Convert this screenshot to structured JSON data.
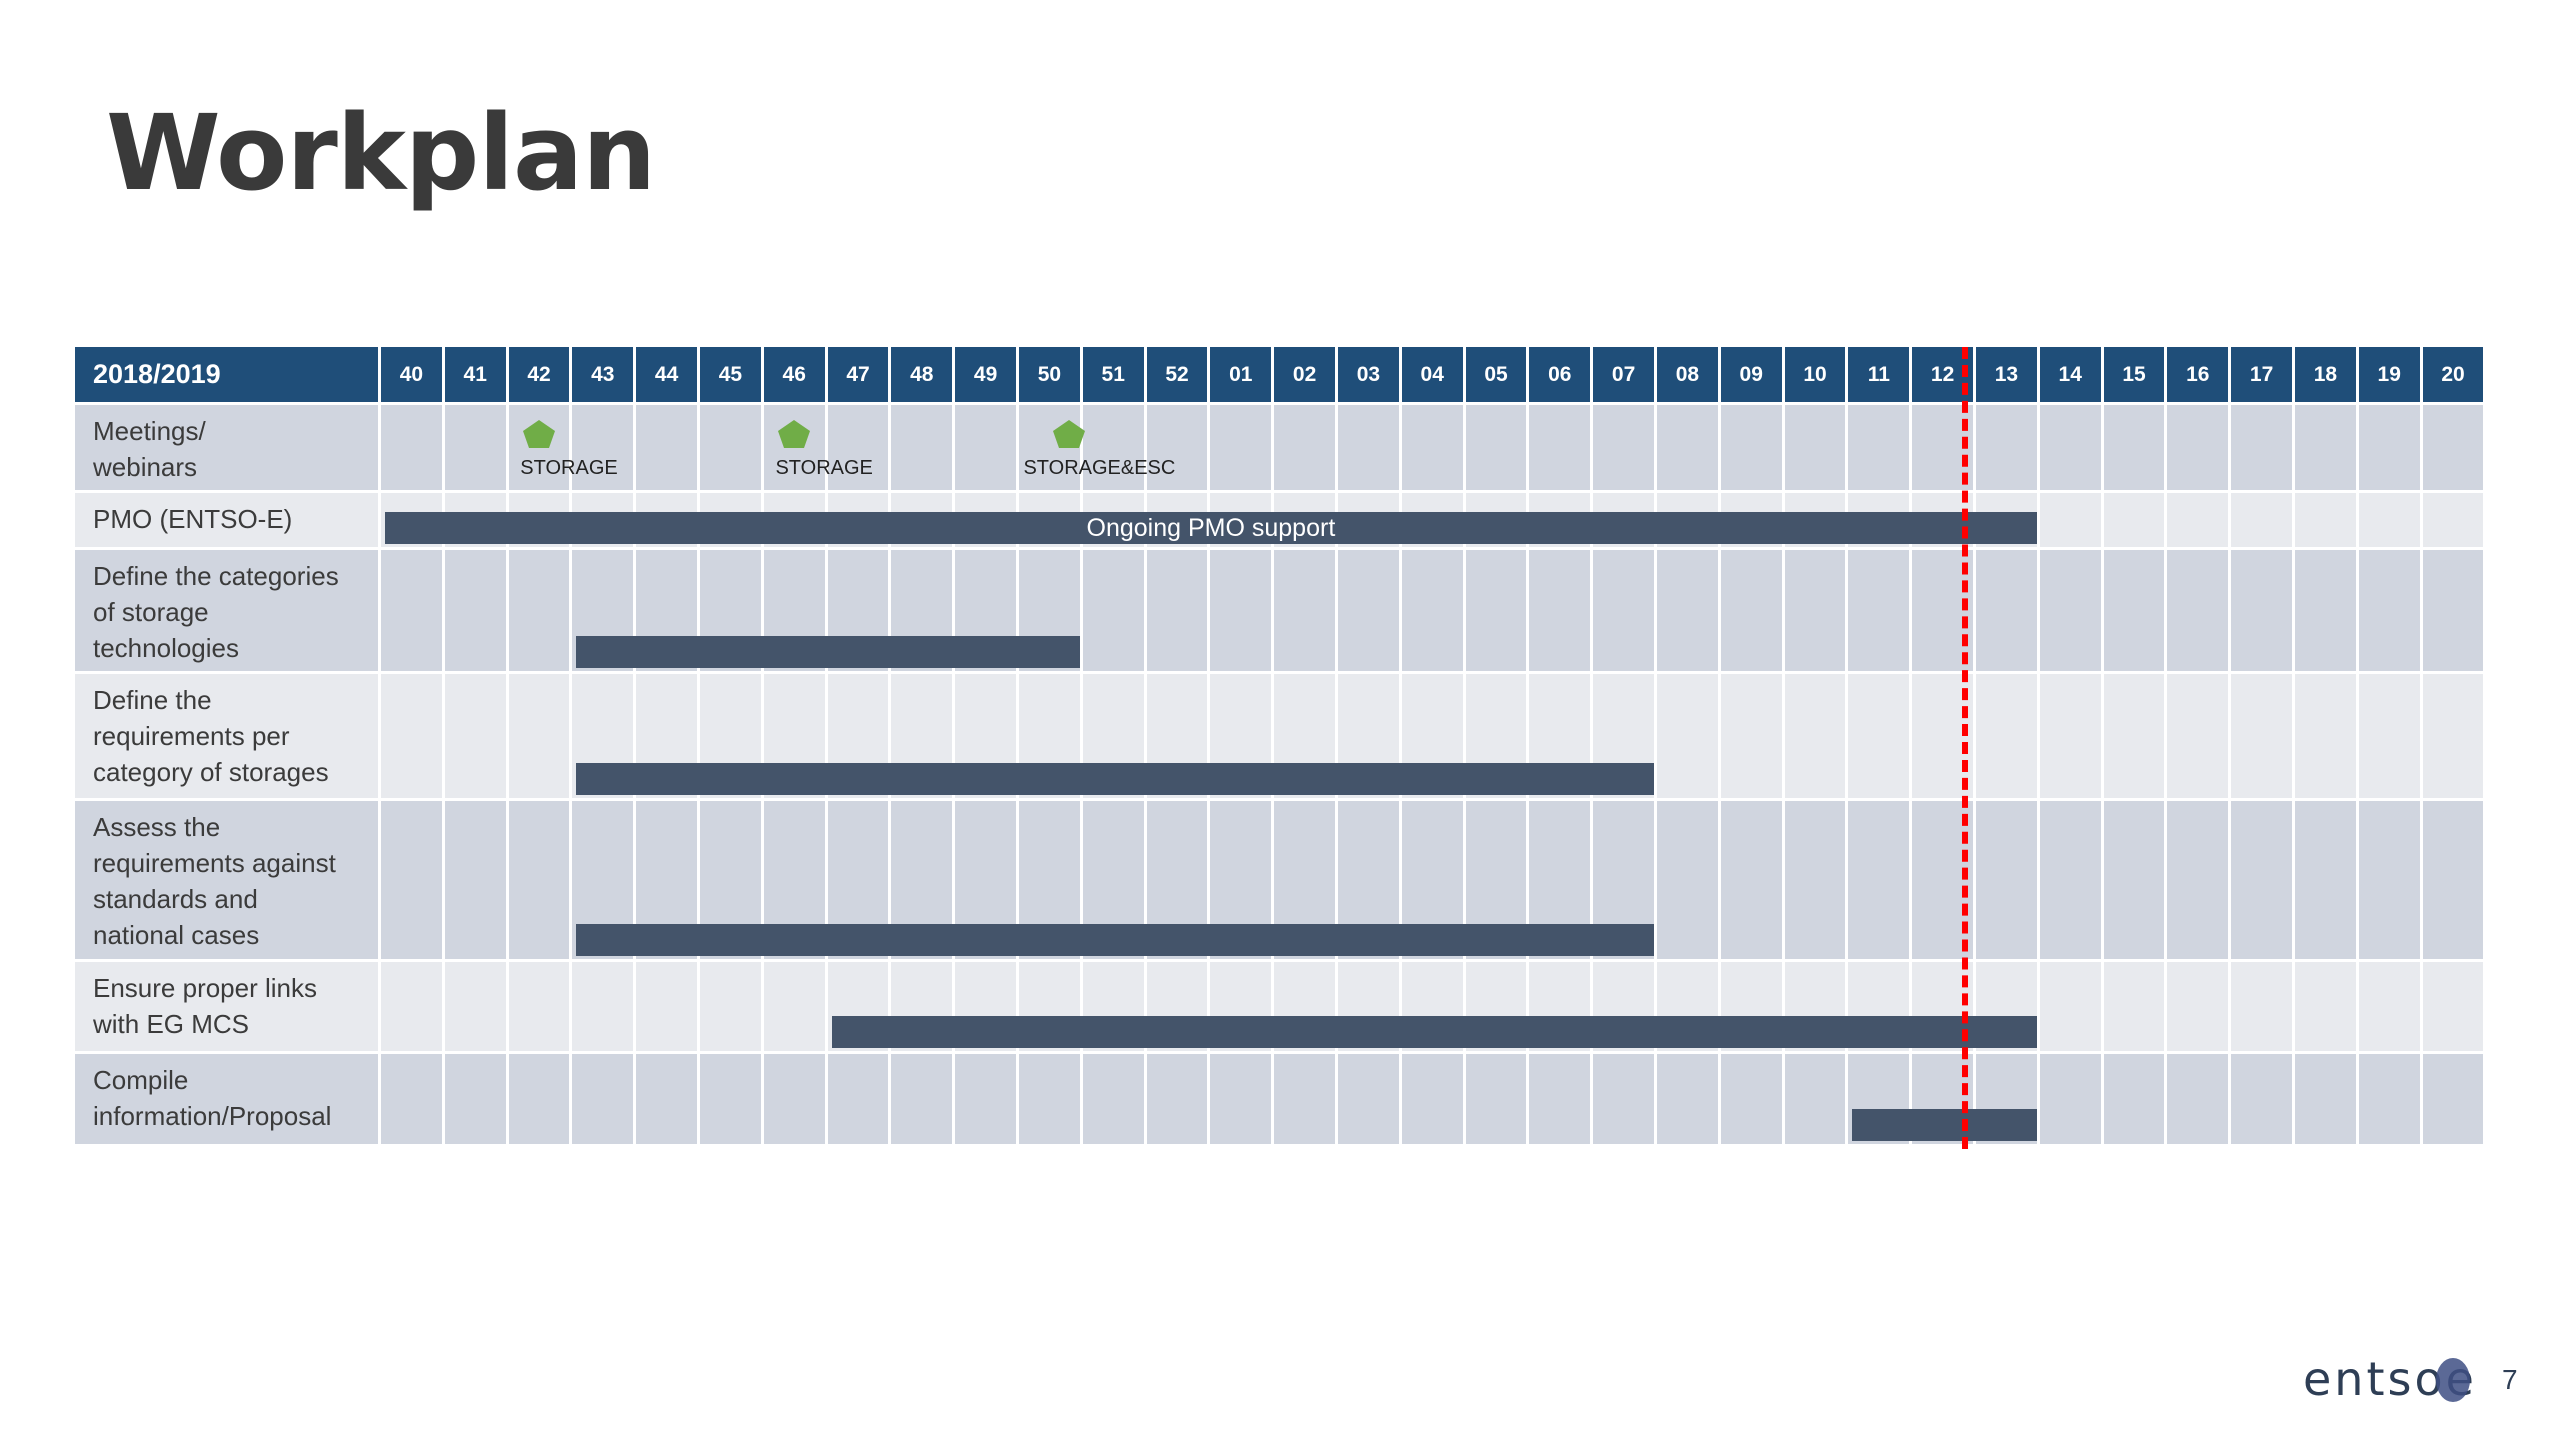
{
  "title": "Workplan",
  "gantt": {
    "corner_label": "2018/2019",
    "weeks": [
      "40",
      "41",
      "42",
      "43",
      "44",
      "45",
      "46",
      "47",
      "48",
      "49",
      "50",
      "51",
      "52",
      "01",
      "02",
      "03",
      "04",
      "05",
      "06",
      "07",
      "08",
      "09",
      "10",
      "11",
      "12",
      "13",
      "14",
      "15",
      "16",
      "17",
      "18",
      "19",
      "20"
    ],
    "today_marker_after_week": "13",
    "rows": [
      {
        "label": "Meetings/\nwebinars",
        "milestones": [
          {
            "week": "42",
            "text": "STORAGE"
          },
          {
            "week": "46",
            "text": "STORAGE"
          },
          {
            "week": "50",
            "text": "STORAGE&ESC"
          }
        ],
        "bars": []
      },
      {
        "label": "PMO (ENTSO-E)",
        "milestones": [],
        "bars": [
          {
            "start_week": "40",
            "end_week": "13",
            "text": "Ongoing PMO support"
          }
        ]
      },
      {
        "label": "Define the categories\nof storage\ntechnologies",
        "milestones": [],
        "bars": [
          {
            "start_week": "43",
            "end_week": "50",
            "text": ""
          }
        ]
      },
      {
        "label": "Define the\nrequirements per\ncategory of storages",
        "milestones": [],
        "bars": [
          {
            "start_week": "43",
            "end_week": "07",
            "text": ""
          }
        ]
      },
      {
        "label": "Assess the\nrequirements against\nstandards and\nnational cases",
        "milestones": [],
        "bars": [
          {
            "start_week": "43",
            "end_week": "07",
            "text": ""
          }
        ]
      },
      {
        "label": "Ensure proper links\nwith EG MCS",
        "milestones": [],
        "bars": [
          {
            "start_week": "47",
            "end_week": "13",
            "text": ""
          }
        ]
      },
      {
        "label": "Compile\ninformation/Proposal",
        "milestones": [],
        "bars": [
          {
            "start_week": "11",
            "end_week": "13",
            "text": ""
          }
        ]
      }
    ]
  },
  "colors": {
    "header": "#1f4e79",
    "row_dark": "#d0d5df",
    "row_light": "#e8eaee",
    "bar": "#44546a",
    "milestone": "#70ad47",
    "today": "#ff0000"
  },
  "footer": {
    "logo_text": "entsoe",
    "page_number": "7"
  }
}
